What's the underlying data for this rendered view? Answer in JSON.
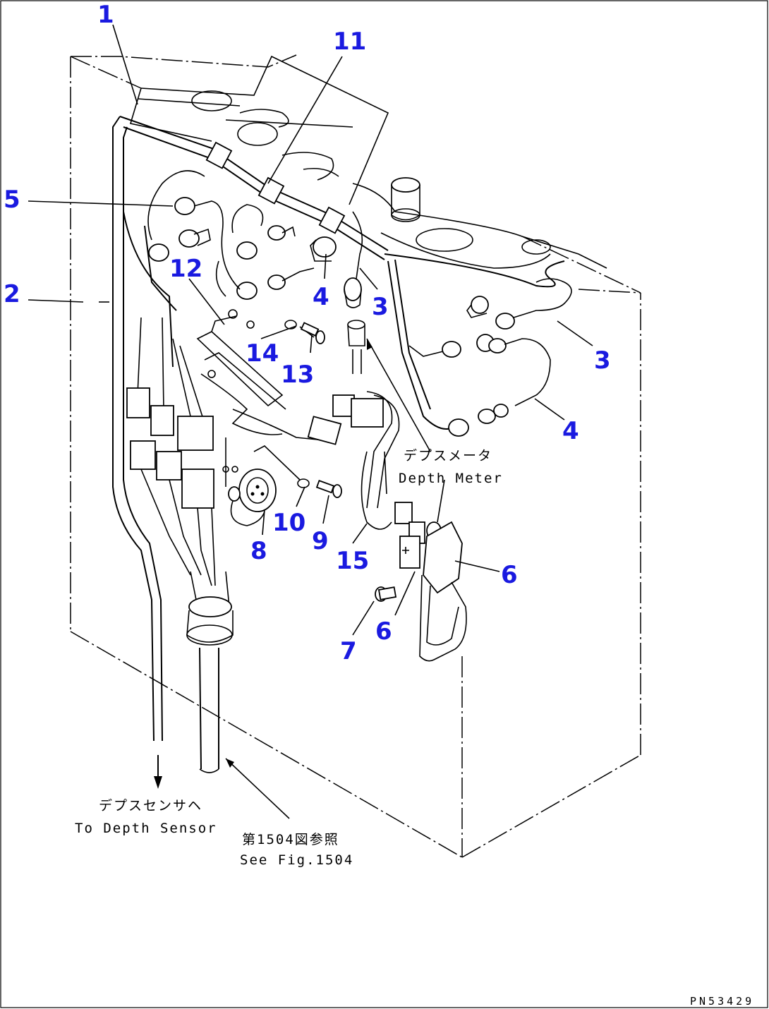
{
  "callouts": [
    {
      "id": "c1",
      "text": "1"
    },
    {
      "id": "c11",
      "text": "11"
    },
    {
      "id": "c5",
      "text": "5"
    },
    {
      "id": "c12",
      "text": "12"
    },
    {
      "id": "c4a",
      "text": "4"
    },
    {
      "id": "c3a",
      "text": "3"
    },
    {
      "id": "c2",
      "text": "2"
    },
    {
      "id": "c14",
      "text": "14"
    },
    {
      "id": "c13",
      "text": "13"
    },
    {
      "id": "c3b",
      "text": "3"
    },
    {
      "id": "c4b",
      "text": "4"
    },
    {
      "id": "c10",
      "text": "10"
    },
    {
      "id": "c9",
      "text": "9"
    },
    {
      "id": "c8",
      "text": "8"
    },
    {
      "id": "c15",
      "text": "15"
    },
    {
      "id": "c6a",
      "text": "6"
    },
    {
      "id": "c6b",
      "text": "6"
    },
    {
      "id": "c7",
      "text": "7"
    }
  ],
  "notes": {
    "depth_meter_jp": "デプスメータ",
    "depth_meter_en": "Depth Meter",
    "depth_sensor_jp": "デプスセンサヘ",
    "depth_sensor_en": "To Depth Sensor",
    "see_fig_jp": "第1504図参照",
    "see_fig_en": "See Fig.1504"
  },
  "drawing_number": "PN53429",
  "colors": {
    "callout": "#1a1ae0",
    "line": "#000000",
    "background": "#ffffff"
  }
}
